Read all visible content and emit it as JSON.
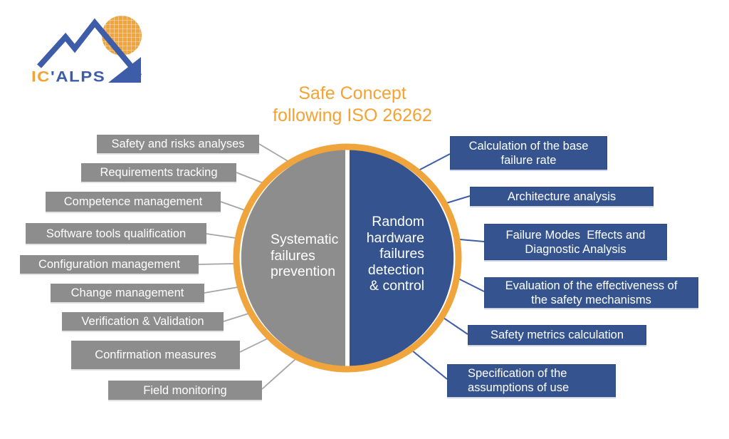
{
  "logo": {
    "brand_prefix": "IC",
    "brand_suffix": "'ALPS",
    "mountain_icon": "mountain-icon",
    "globe_icon": "wafer-globe-icon"
  },
  "title": {
    "line1": "Safe Concept",
    "line2": "following ISO 26262"
  },
  "circle": {
    "left_label": "Systematic\nfailures\nprevention",
    "right_label": "Random\nhardware\nfailures\ndetection\n& control"
  },
  "left_boxes": [
    "Safety and risks analyses",
    "Requirements tracking",
    "Competence management",
    "Software tools qualification",
    "Configuration management",
    "Change management",
    "Verification & Validation",
    "Confirmation measures",
    "Field monitoring"
  ],
  "right_boxes": [
    "Calculation of the base\nfailure rate",
    "Architecture analysis",
    "Failure Modes  Effects and\nDiagnostic Analysis",
    "Evaluation of the effectiveness of\nthe safety mechanisms",
    "Safety metrics calculation",
    "Specification of the\nassumptions of use"
  ],
  "colors": {
    "orange_ring": "#F0A43C",
    "orange_text": "#F5A233",
    "gray_fill": "#8D8D8D",
    "gray_line": "#A5A5A5",
    "blue_fill": "#35548F",
    "blue_line": "#3D5DA9",
    "text_on_fill": "#FFFFFF"
  }
}
